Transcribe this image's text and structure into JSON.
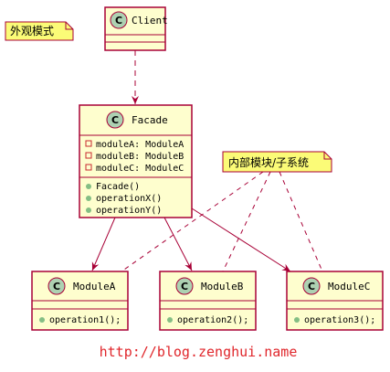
{
  "note_pattern": "外观模式",
  "note_internal": "内部模块/子系统",
  "footer_url": "http://blog.zenghui.name",
  "colors": {
    "class_fill": "#fefece",
    "class_stroke": "#a80036",
    "arrow": "#a80036",
    "circle_fill": "#add1b2",
    "note_fill": "#fbfb77",
    "note_stroke": "#a80036",
    "private_icon": "#c82930",
    "public_icon": "#84be84",
    "url": "#e0262b"
  },
  "classes": {
    "client": {
      "stereotype": "C",
      "name": "Client",
      "members": []
    },
    "facade": {
      "stereotype": "C",
      "name": "Facade",
      "fields": [
        "moduleA: ModuleA",
        "moduleB: ModuleB",
        "moduleC: ModuleC"
      ],
      "methods": [
        "Facade()",
        "operationX()",
        "operationY()"
      ]
    },
    "modulea": {
      "stereotype": "C",
      "name": "ModuleA",
      "methods": [
        "operation1();"
      ]
    },
    "moduleb": {
      "stereotype": "C",
      "name": "ModuleB",
      "methods": [
        "operation2();"
      ]
    },
    "modulec": {
      "stereotype": "C",
      "name": "ModuleC",
      "methods": [
        "operation3();"
      ]
    }
  }
}
